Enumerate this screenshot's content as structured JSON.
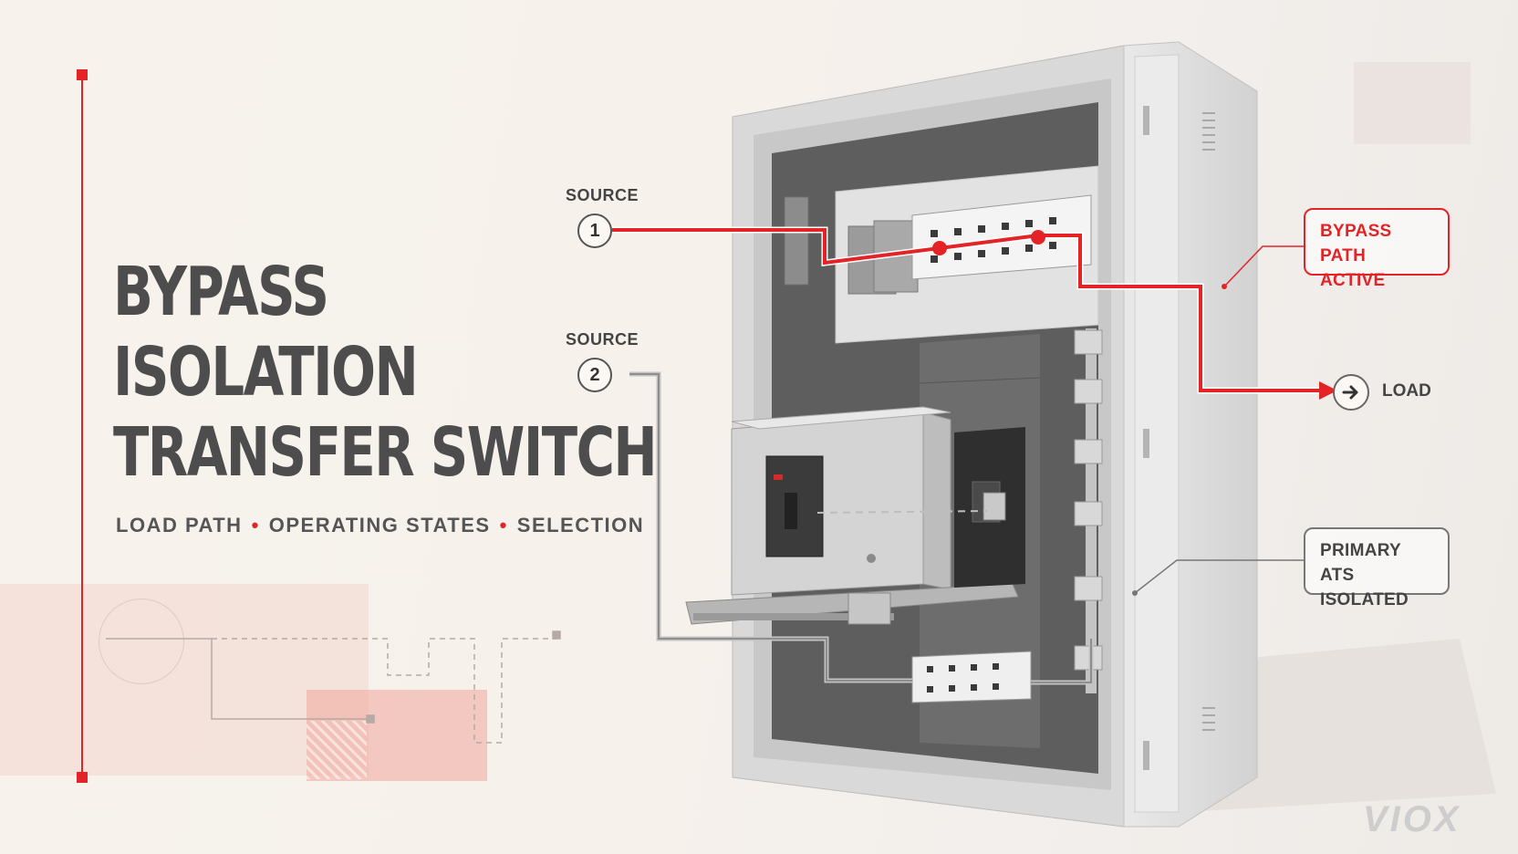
{
  "title": {
    "line1": "BYPASS",
    "line2": "ISOLATION",
    "line3": "TRANSFER SWITCH"
  },
  "subtitle": {
    "item1": "LOAD PATH",
    "item2": "OPERATING STATES",
    "item3": "SELECTION",
    "separator": "•"
  },
  "sources": [
    {
      "label": "SOURCE",
      "number": "1"
    },
    {
      "label": "SOURCE",
      "number": "2"
    }
  ],
  "callouts": {
    "bypass_line1": "BYPASS PATH",
    "bypass_line2": "ACTIVE",
    "primary_line1": "PRIMARY ATS",
    "primary_line2": "ISOLATED"
  },
  "load": {
    "label": "LOAD",
    "icon": "arrow-right-icon"
  },
  "brand": {
    "logo": "VIOX"
  },
  "colors": {
    "accent": "#e42326",
    "text": "#4d4d4d",
    "inactive_path": "#9a9a9a",
    "background": "#f6f1eb"
  }
}
